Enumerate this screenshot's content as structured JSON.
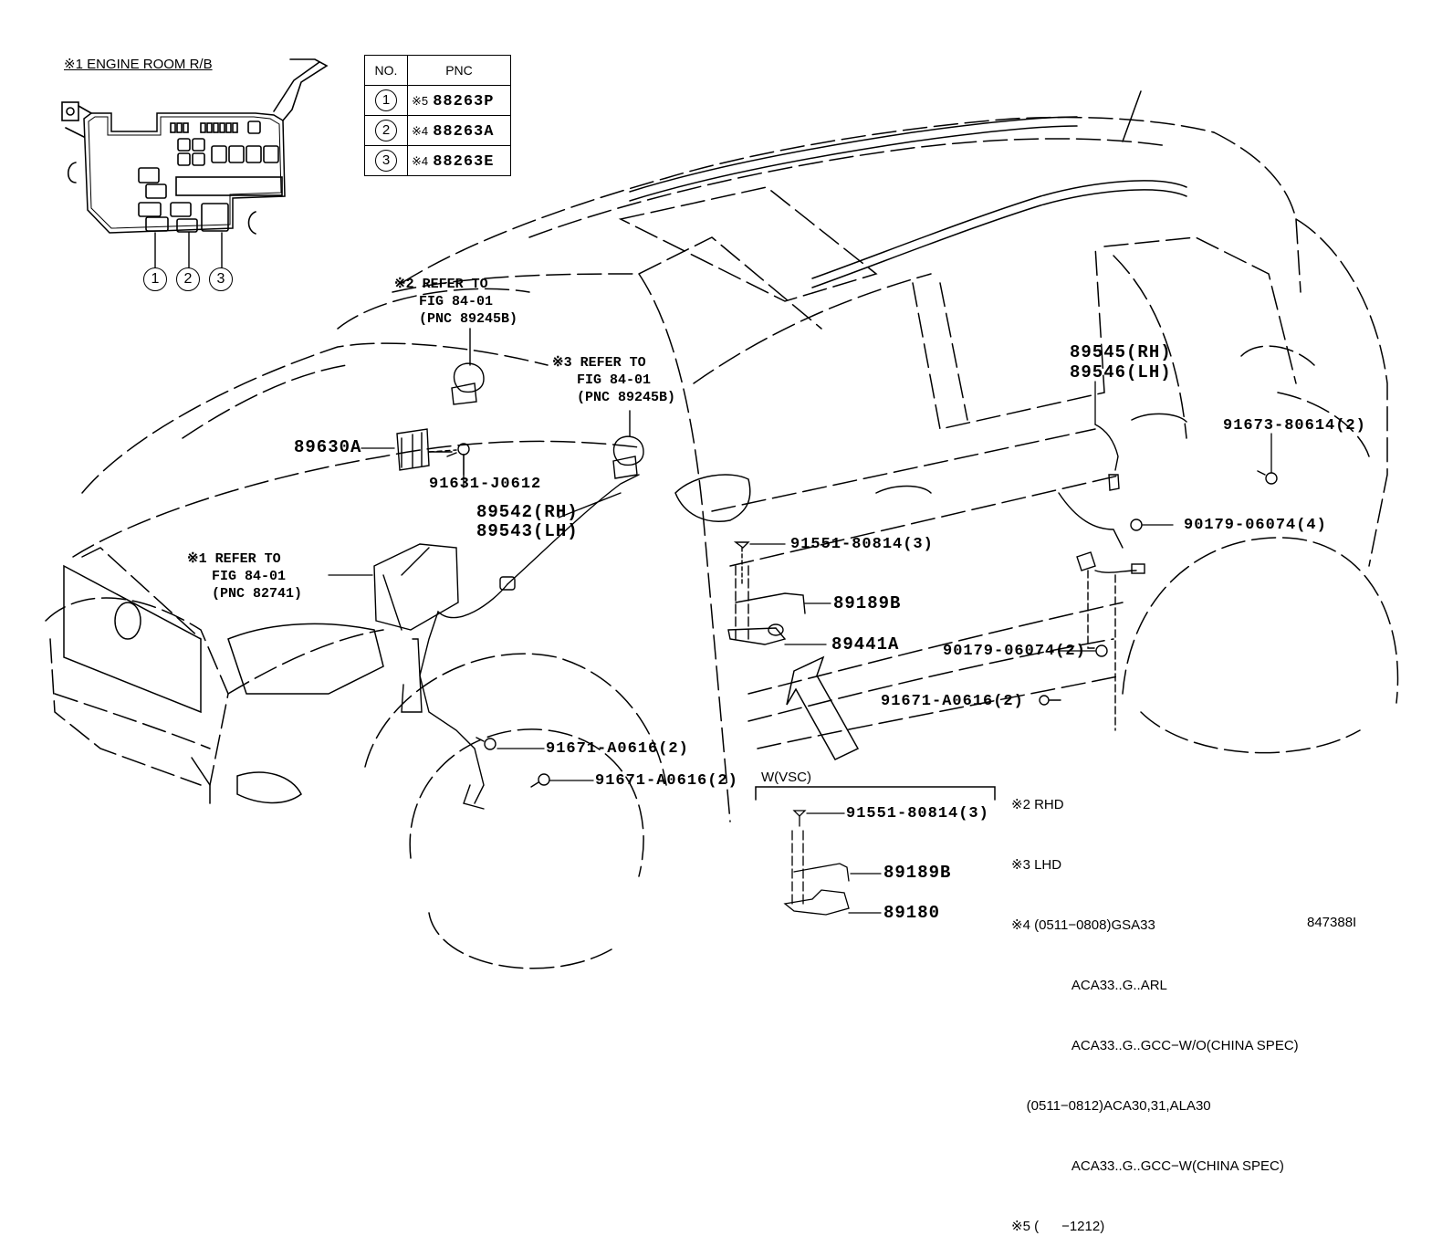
{
  "engine_room": {
    "title": "※1 ENGINE ROOM R/B",
    "callouts": [
      "1",
      "2",
      "3"
    ]
  },
  "pnc_table": {
    "headers": {
      "no": "NO.",
      "pnc": "PNC"
    },
    "rows": [
      {
        "no": "1",
        "mark": "※5",
        "pnc": "88263P"
      },
      {
        "no": "2",
        "mark": "※4",
        "pnc": "88263A"
      },
      {
        "no": "3",
        "mark": "※4",
        "pnc": "88263E"
      }
    ]
  },
  "references": [
    {
      "text": "※2 REFER TO\n   FIG 84-01\n   (PNC 89245B)"
    },
    {
      "text": "※3 REFER TO\n   FIG 84-01\n   (PNC 89245B)"
    },
    {
      "text": "※1 REFER TO\n   FIG 84-01\n   (PNC 82741)"
    }
  ],
  "parts": {
    "p89630A": "89630A",
    "p91631": "91631-J0612",
    "p89542": "89542(RH)",
    "p89543": "89543(LH)",
    "p89545": "89545(RH)",
    "p89546": "89546(LH)",
    "p91673": "91673-80614(2)",
    "p90179_4": "90179-06074(4)",
    "p91551": "91551-80814(3)",
    "p89189B": "89189B",
    "p89441A": "89441A",
    "p90179_2": "90179-06074(2)",
    "p91671_r": "91671-A0616(2)",
    "p91671_a": "91671-A0616(2)",
    "p91671_b": "91671-A0616(2)"
  },
  "vsc_inset": {
    "title": "W(VSC)",
    "p91551": "91551-80814(3)",
    "p89189B": "89189B",
    "p89180": "89180"
  },
  "notes": [
    "※2 RHD",
    "※3 LHD",
    "※4 (0511−0808)GSA33",
    "                ACA33..G..ARL",
    "                ACA33..G..GCC−W/O(CHINA SPEC)",
    "    (0511−0812)ACA30,31,ALA30",
    "                ACA33..G..GCC−W(CHINA SPEC)",
    "※5 (      −1212)"
  ],
  "figure_id": "847388I"
}
